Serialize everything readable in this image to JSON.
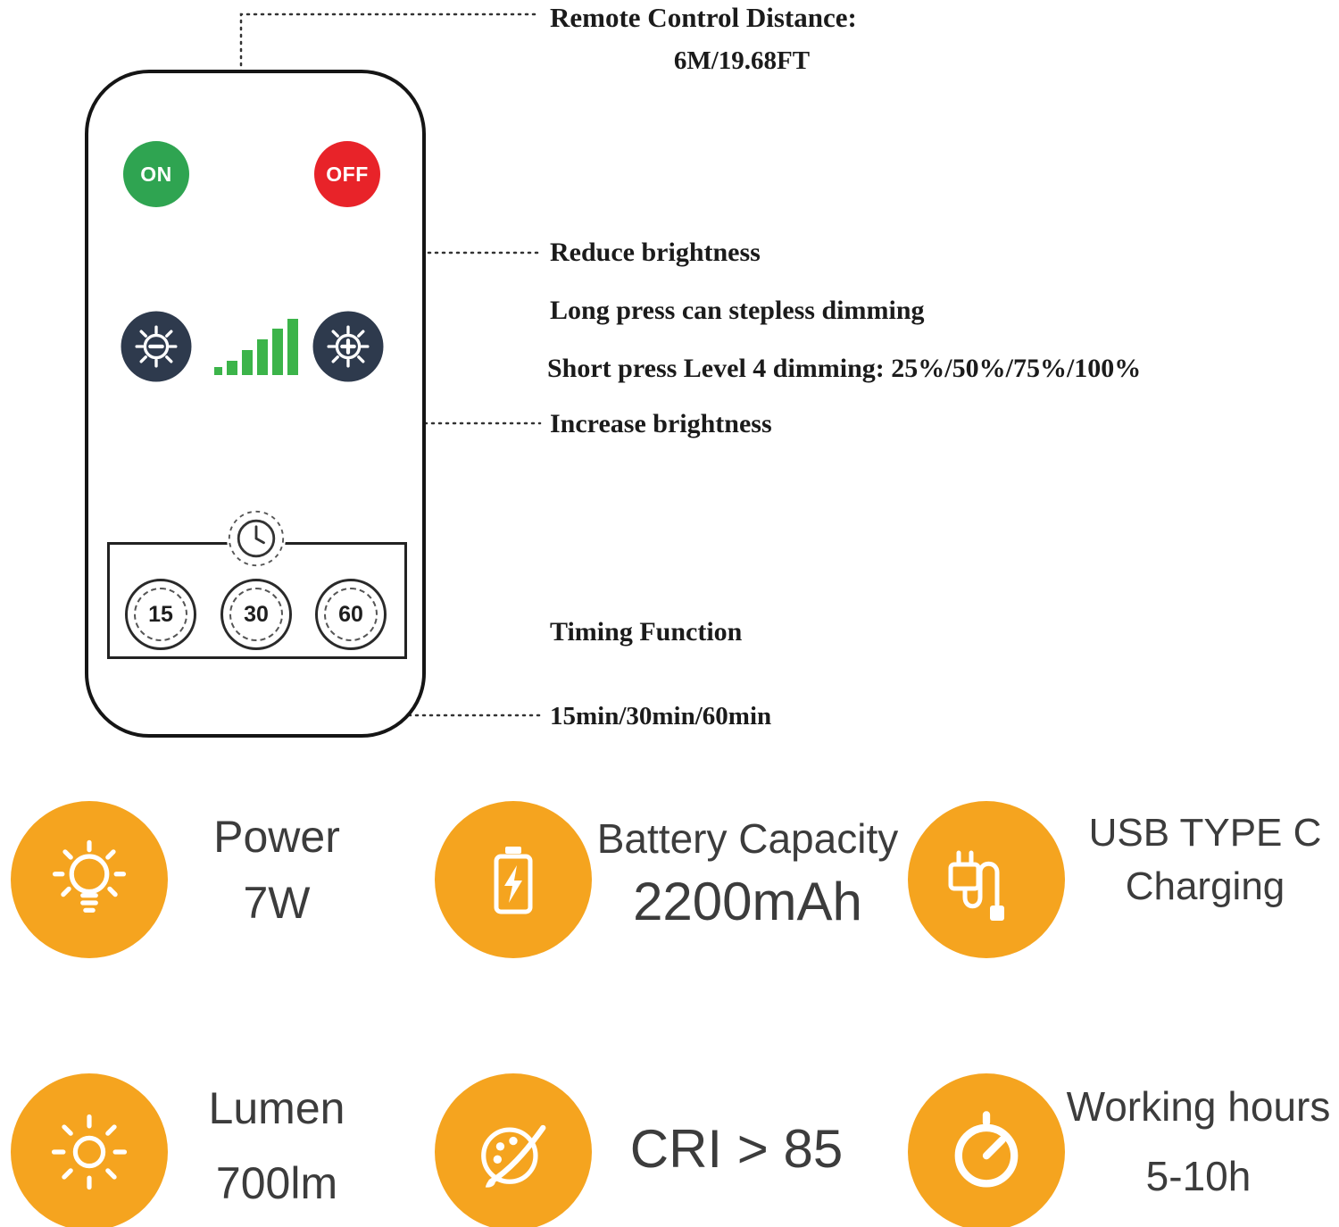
{
  "annotations": {
    "distance_title": "Remote Control Distance:",
    "distance_value": "6M/19.68FT",
    "reduce_brightness": "Reduce brightness",
    "long_press": "Long press can stepless dimming",
    "short_press": "Short press Level 4 dimming: 25%/50%/75%/100%",
    "increase_brightness": "Increase brightness",
    "timing_function": "Timing Function",
    "timing_options": "15min/30min/60min"
  },
  "remote": {
    "on_label": "ON",
    "off_label": "OFF",
    "timer_buttons": [
      "15",
      "30",
      "60"
    ]
  },
  "features": [
    {
      "icon": "bulb-icon",
      "line1": "Power",
      "line2": "7W"
    },
    {
      "icon": "battery-icon",
      "line1": "Battery Capacity",
      "line2": "2200mAh"
    },
    {
      "icon": "usb-plug-icon",
      "line1": "USB TYPE C",
      "line2": "Charging"
    },
    {
      "icon": "sun-icon",
      "line1": "Lumen",
      "line2": "700lm"
    },
    {
      "icon": "palette-icon",
      "line1": "CRI > 85",
      "line2": ""
    },
    {
      "icon": "timer-icon",
      "line1": "Working hours",
      "line2": "5-10h"
    }
  ],
  "colors": {
    "accent_orange": "#F5A41F",
    "on_green": "#2FA451",
    "off_red": "#E82329",
    "signal_green": "#3CB44A",
    "dim_button_navy": "#2E3A4D"
  }
}
